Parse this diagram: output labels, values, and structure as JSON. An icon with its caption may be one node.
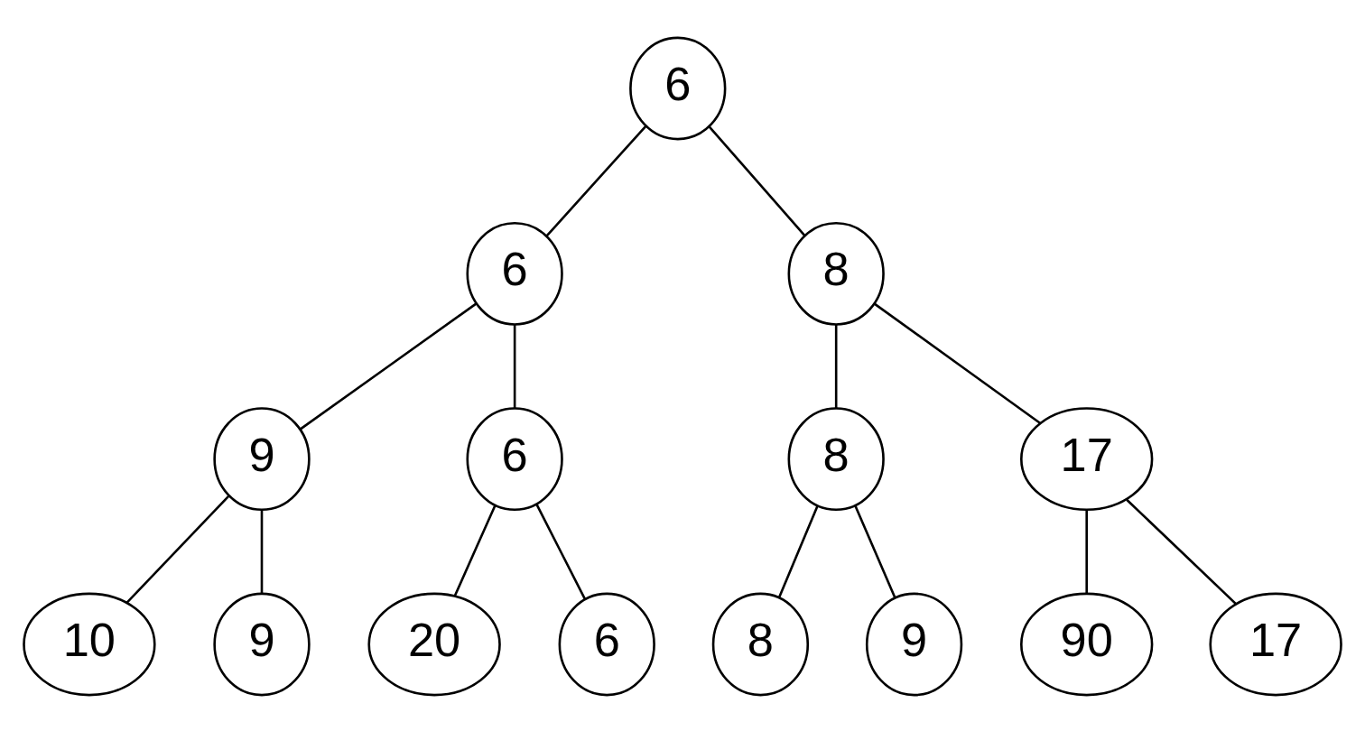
{
  "diagram": {
    "nodes": [
      {
        "text": [
          "6"
        ]
      },
      {
        "text": [
          "6"
        ]
      },
      {
        "text": [
          "8"
        ]
      },
      {
        "text": [
          "9"
        ]
      },
      {
        "text": [
          "6"
        ]
      },
      {
        "text": [
          "8"
        ]
      },
      {
        "text": [
          "17"
        ]
      },
      {
        "text": [
          "10"
        ]
      },
      {
        "text": [
          "9"
        ]
      },
      {
        "text": [
          "20"
        ]
      },
      {
        "text": [
          "6"
        ]
      },
      {
        "text": [
          "8"
        ]
      },
      {
        "text": [
          "9"
        ]
      },
      {
        "text": [
          "90"
        ]
      },
      {
        "text": [
          "17"
        ]
      }
    ],
    "edges": [
      {
        "from": 0,
        "to": 1,
        "arrow": "none"
      },
      {
        "from": 0,
        "to": 2,
        "arrow": "none"
      },
      {
        "from": 1,
        "to": 3,
        "arrow": "none"
      },
      {
        "from": 1,
        "to": 4,
        "arrow": "none"
      },
      {
        "from": 2,
        "to": 5,
        "arrow": "none"
      },
      {
        "from": 2,
        "to": 6,
        "arrow": "none"
      },
      {
        "from": 3,
        "to": 7,
        "arrow": "none"
      },
      {
        "from": 3,
        "to": 8,
        "arrow": "none"
      },
      {
        "from": 4,
        "to": 9,
        "arrow": "none"
      },
      {
        "from": 4,
        "to": 10,
        "arrow": "none"
      },
      {
        "from": 5,
        "to": 11,
        "arrow": "none"
      },
      {
        "from": 5,
        "to": 12,
        "arrow": "none"
      },
      {
        "from": 6,
        "to": 13,
        "arrow": "none"
      },
      {
        "from": 6,
        "to": 14,
        "arrow": "none"
      }
    ]
  }
}
